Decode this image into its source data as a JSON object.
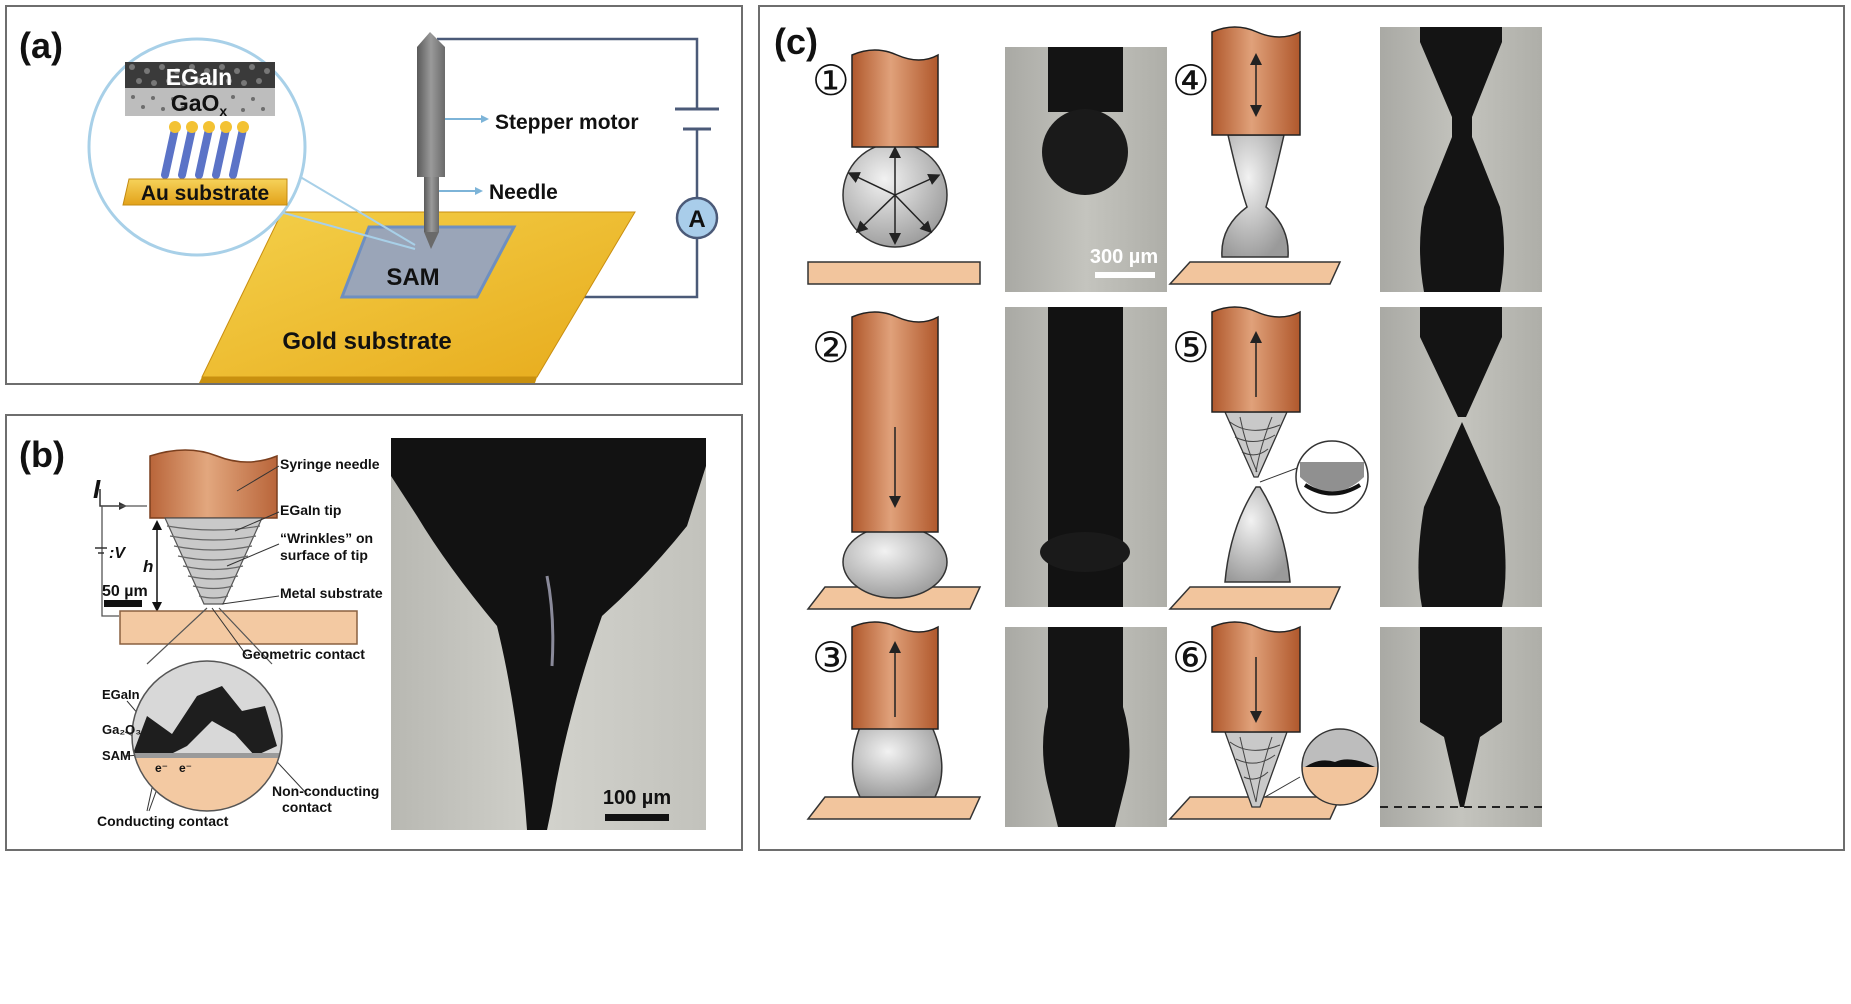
{
  "panel_a": {
    "label": "(a)",
    "egain": "EGaIn",
    "gaox": "GaO",
    "gaox_sub": "x",
    "au_substrate": "Au substrate",
    "stepper_motor": "Stepper motor",
    "needle": "Needle",
    "sam": "SAM",
    "gold_substrate": "Gold substrate",
    "ammeter": "A"
  },
  "panel_b": {
    "label": "(b)",
    "current": "I",
    "voltage": ":V",
    "height": "h",
    "scale_small": "50 µm",
    "syringe_needle": "Syringe needle",
    "egain_tip": "EGaIn tip",
    "wrinkles_1": "“Wrinkles” on",
    "wrinkles_2": "surface of tip",
    "metal_substrate": "Metal substrate",
    "geometric_contact": "Geometric contact",
    "egain": "EGaIn",
    "ga2o3": "Ga₂O₃",
    "sam": "SAM",
    "electron": "e⁻",
    "non_conducting_1": "Non-conducting",
    "non_conducting_2": "contact",
    "conducting_contact": "Conducting contact",
    "scale_large": "100 µm"
  },
  "panel_c": {
    "label": "(c)",
    "steps": [
      "①",
      "②",
      "③",
      "④",
      "⑤",
      "⑥"
    ],
    "scale": "300 µm"
  }
}
